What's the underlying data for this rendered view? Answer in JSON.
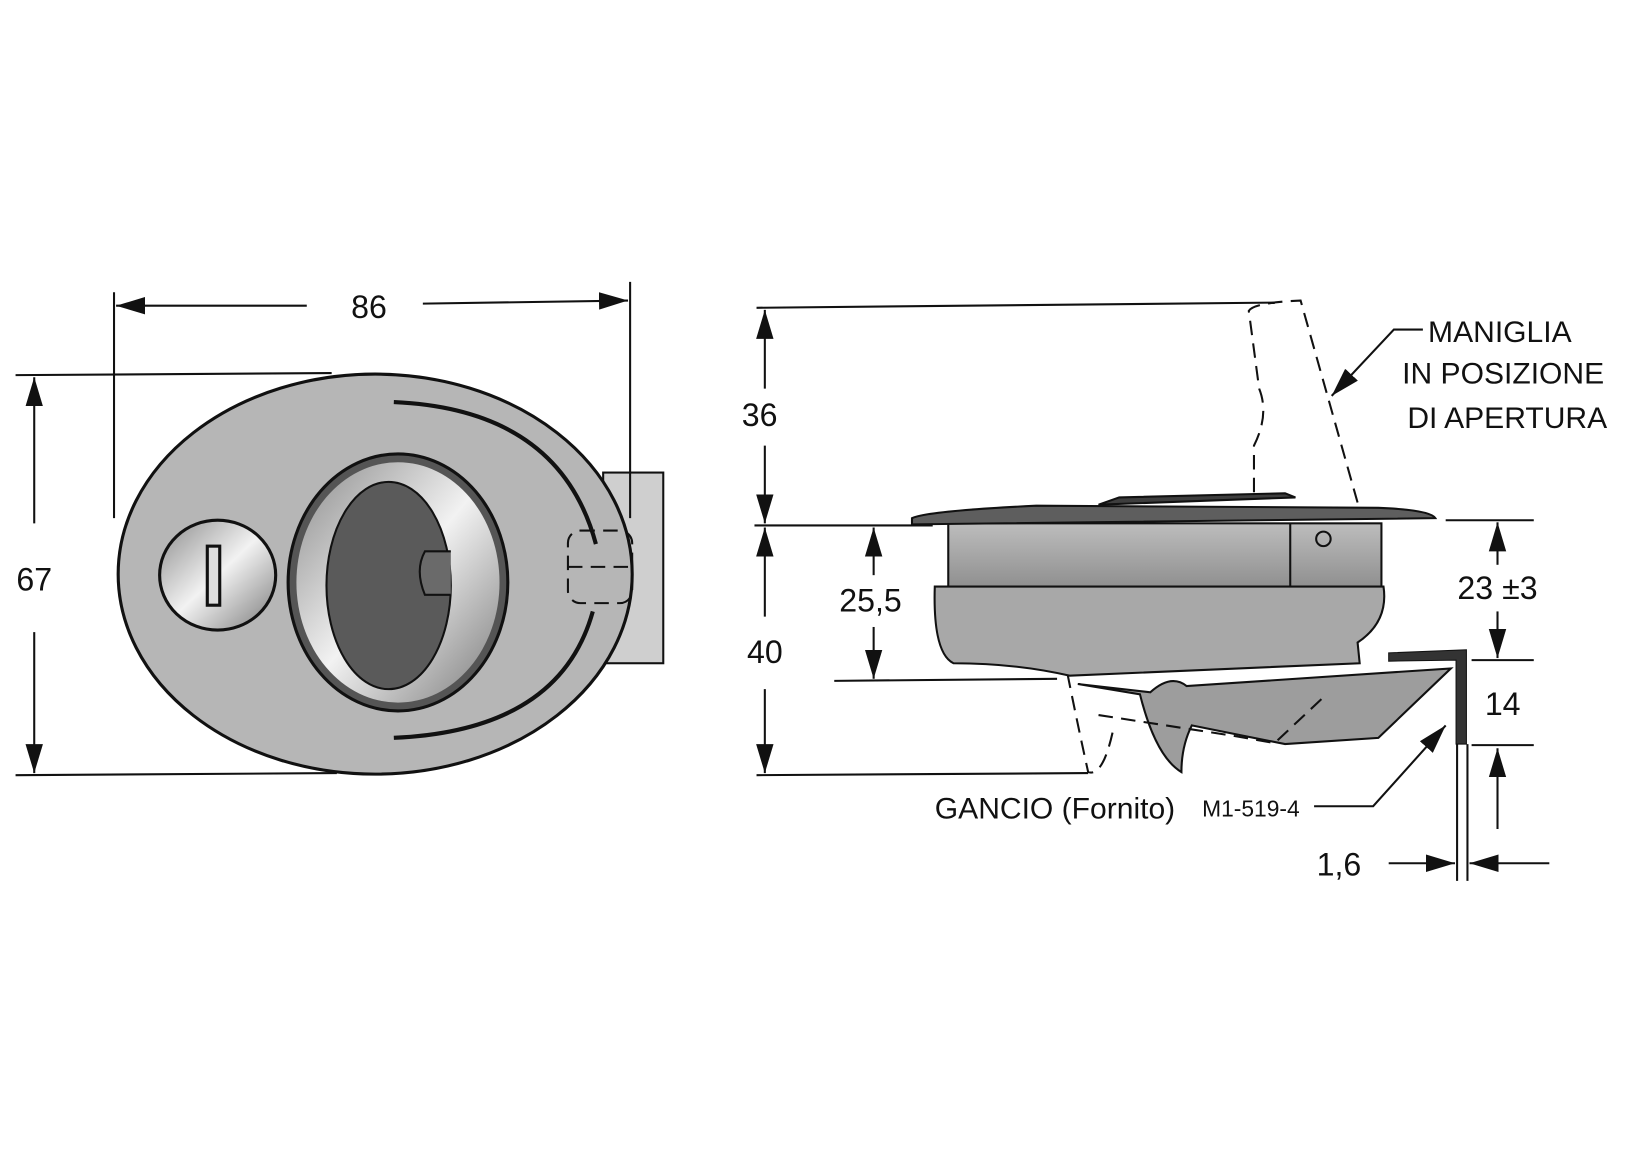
{
  "front_view": {
    "width_dim": "86",
    "height_dim": "67"
  },
  "side_view": {
    "handle_open_height_dim": "36",
    "total_depth_dim": "40",
    "body_depth_dim": "25,5",
    "panel_range_dim": "23 ±3",
    "hook_height_dim": "14",
    "hook_thickness_dim": "1,6",
    "handle_note": [
      "MANIGLIA",
      "IN POSIZIONE",
      "DI APERTURA"
    ],
    "hook_note": "GANCIO (Fornito)",
    "hook_part_number": "M1-519-4"
  },
  "colors": {
    "body": "#b8b8b8",
    "dark": "#555555",
    "line": "#111111"
  }
}
